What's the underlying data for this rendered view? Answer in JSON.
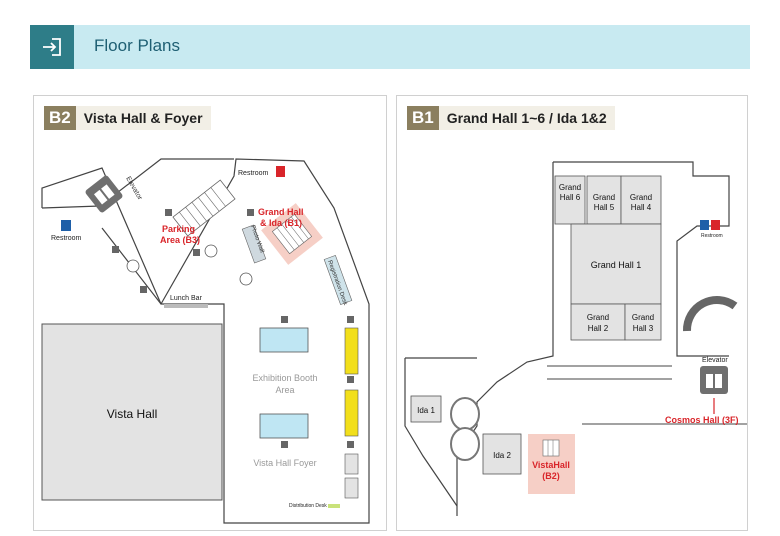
{
  "header": {
    "title": "Floor Plans",
    "icon": "enter-icon"
  },
  "b2": {
    "level": "B2",
    "name": "Vista Hall & Foyer",
    "labels": {
      "restroom_top": "Restroom",
      "restroom_left": "Restroom",
      "elevator": "Elevator",
      "parking_1": "Parking",
      "parking_2": "Area (B3)",
      "grand_ida_1": "Grand Hall",
      "grand_ida_2": "& Ida (B1)",
      "photo_wall": "Photo Wall",
      "registration": "Registration Desk",
      "lunch_bar": "Lunch Bar",
      "vista_hall": "Vista Hall",
      "exhibition_1": "Exhibition Booth",
      "exhibition_2": "Area",
      "foyer": "Vista Hall Foyer",
      "distribution": "Distribution Desk"
    }
  },
  "b1": {
    "level": "B1",
    "name": "Grand Hall 1~6 / Ida 1&2",
    "labels": {
      "gh6_1": "Grand",
      "gh6_2": "Hall 6",
      "gh5_1": "Grand",
      "gh5_2": "Hall 5",
      "gh4_1": "Grand",
      "gh4_2": "Hall 4",
      "gh1": "Grand Hall 1",
      "gh2_1": "Grand",
      "gh2_2": "Hall 2",
      "gh3_1": "Grand",
      "gh3_2": "Hall 3",
      "restroom": "Restroom",
      "elevator": "Elevator",
      "cosmos": "Cosmos Hall (3F)",
      "ida1": "Ida 1",
      "ida2": "Ida 2",
      "vista_1": "VistaHall",
      "vista_2": "(B2)"
    }
  },
  "colors": {
    "accent": "#2e7d88",
    "header_bg": "#c8eaf1",
    "label_red": "#d9252a",
    "badge": "#8b7f5f",
    "exhibit_blue": "#bfe6f3",
    "yellow": "#f2df1b"
  }
}
